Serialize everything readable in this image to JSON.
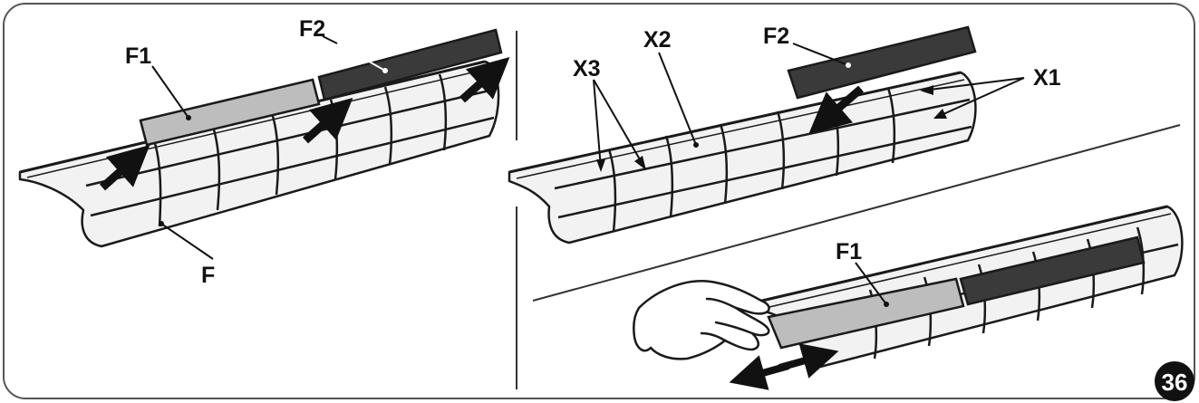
{
  "figure": {
    "number": "36",
    "colors": {
      "outline": "#1a1a1a",
      "frame_border": "#555555",
      "grille_fill": "#f2f2f2",
      "filter_light": "#bdbdbd",
      "filter_dark": "#3a3a3a",
      "arrow": "#111111"
    },
    "panel_left": {
      "labels": {
        "f1": "F1",
        "f2": "F2",
        "f": "F"
      }
    },
    "panel_right_top": {
      "labels": {
        "x3": "X3",
        "x2": "X2",
        "f2": "F2",
        "x1": "X1"
      }
    },
    "panel_right_bottom": {
      "labels": {
        "f1": "F1"
      }
    }
  }
}
